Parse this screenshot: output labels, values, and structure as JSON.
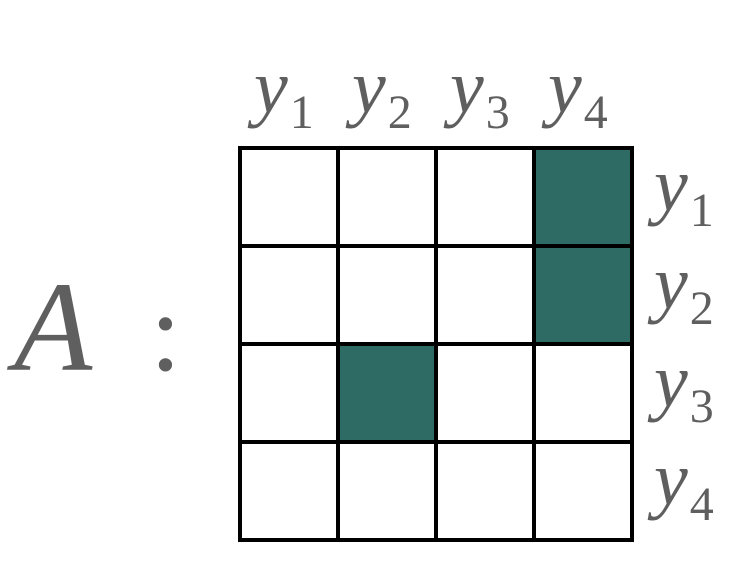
{
  "matrix": {
    "name": "A",
    "separator": ":",
    "variable_letter": "y",
    "column_labels": [
      {
        "base": "y",
        "sub": "1"
      },
      {
        "base": "y",
        "sub": "2"
      },
      {
        "base": "y",
        "sub": "3"
      },
      {
        "base": "y",
        "sub": "4"
      }
    ],
    "row_labels": [
      {
        "base": "y",
        "sub": "1"
      },
      {
        "base": "y",
        "sub": "2"
      },
      {
        "base": "y",
        "sub": "3"
      },
      {
        "base": "y",
        "sub": "4"
      }
    ],
    "cells": [
      [
        0,
        0,
        0,
        1
      ],
      [
        0,
        0,
        0,
        1
      ],
      [
        0,
        1,
        0,
        0
      ],
      [
        0,
        0,
        0,
        0
      ]
    ],
    "filled_color": "#2e6b64",
    "empty_color": "#ffffff",
    "grid_color": "#000000",
    "label_color": "#5f5f5f"
  }
}
